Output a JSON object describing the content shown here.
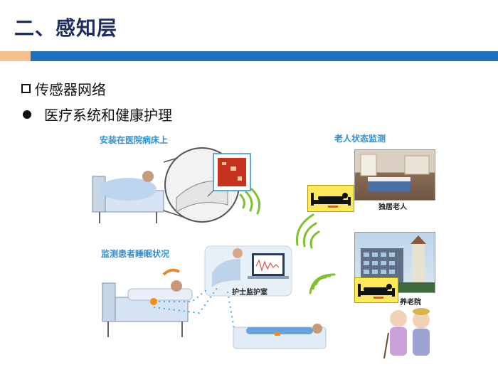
{
  "slide": {
    "title": "二、感知层",
    "bullets": [
      "传感器网络",
      "医疗系统和健康护理"
    ]
  },
  "diagram": {
    "labels": {
      "hospital_bed": "安装在医院病床上",
      "elder_monitor": "老人状态监测",
      "sleep_monitor": "监测患者睡眠状况",
      "nurse_station": "护士监护室",
      "living_alone": "独居老人",
      "nursing_home": "养老院"
    }
  },
  "colors": {
    "title": "#1c2d5e",
    "accent_blue": "#1f6fbf",
    "accent_orange": "#f5c08f",
    "label_blue": "#2b8fd6",
    "signal_green": "#7dc12f"
  }
}
